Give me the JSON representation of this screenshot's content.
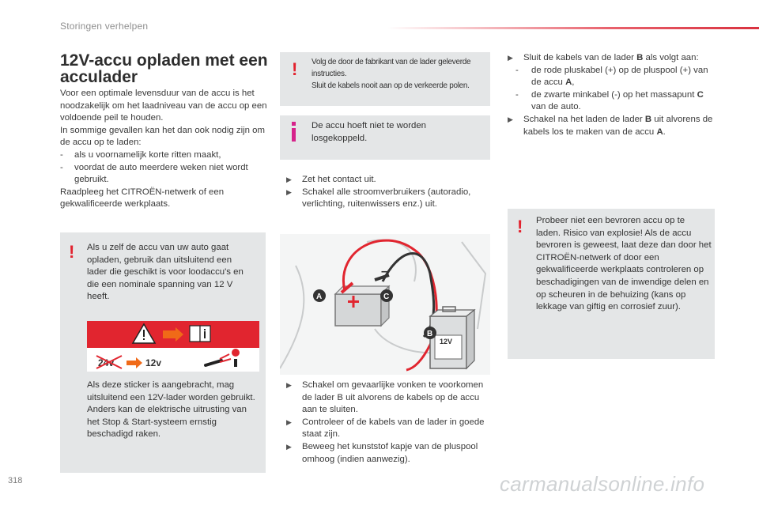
{
  "header": {
    "title": "Storingen verhelpen"
  },
  "page_number": "318",
  "watermark": "carmanualsonline.info",
  "section": {
    "title": "12V-accu opladen met een acculader",
    "intro": {
      "p1": "Voor een optimale levensduur van de accu is het noodzakelijk om het laadniveau van de accu op een voldoende peil te houden.",
      "p2": "In sommige gevallen kan het dan ook nodig zijn om de accu op te laden:",
      "bullets": [
        "als u voornamelijk korte ritten maakt,",
        "voordat de auto meerdere weken niet wordt gebruikt."
      ],
      "p3": "Raadpleeg het CITROËN-netwerk of een gekwalificeerde werkplaats."
    }
  },
  "warning_left": {
    "text1": "Als u zelf de accu van uw auto gaat opladen, gebruik dan uitsluitend een lader die geschikt is voor loodaccu's en die een nominale spanning van 12 V heeft.",
    "sticker": {
      "label_24v": "24v",
      "label_12v": "12v"
    },
    "text2": "Als deze sticker is aangebracht, mag uitsluitend een 12V-lader worden gebruikt. Anders kan de elektrische uitrusting van het Stop & Start-systeem ernstig beschadigd raken."
  },
  "warning_middle": {
    "line1": "Volg de door de fabrikant van de lader geleverde instructies.",
    "line2": "Sluit de kabels nooit aan op de verkeerde polen."
  },
  "info_middle": {
    "text": "De accu hoeft niet te worden losgekoppeld."
  },
  "steps_middle_top": [
    "Zet het contact uit.",
    "Schakel alle stroomverbruikers (autoradio, verlichting, ruitenwissers enz.) uit."
  ],
  "figure": {
    "label_a": "A",
    "label_b": "B",
    "label_c": "C",
    "charger_label": "12V",
    "minus_sign": "–"
  },
  "steps_middle_bottom": [
    "Schakel om gevaarlijke vonken te voorkomen de lader B uit alvorens de kabels op de accu aan te sluiten.",
    "Controleer of de kabels van de lader in goede staat zijn.",
    "Beweeg het kunststof kapje van de pluspool omhoog (indien aanwezig)."
  ],
  "steps_right": {
    "item1_pre": "Sluit de kabels van de lader ",
    "item1_bold": "B",
    "item1_post": " als volgt aan:",
    "sub1_pre": "de rode pluskabel (+) op de pluspool (+) van de accu ",
    "sub1_bold": "A",
    "sub1_post": ",",
    "sub2_pre": "de zwarte minkabel (-) op het massapunt ",
    "sub2_bold": "C",
    "sub2_post": " van de auto.",
    "item2_pre": "Schakel na het laden de lader ",
    "item2_bold": "B",
    "item2_mid": " uit alvorens de kabels los te maken van de accu ",
    "item2_bold2": "A",
    "item2_post": "."
  },
  "warning_right": {
    "text": "Probeer niet een bevroren accu op te laden. Risico van explosie! Als de accu bevroren is geweest, laat deze dan door het CITROËN-netwerk of door een gekwalificeerde werkplaats controleren op beschadigingen van de inwendige delen en op scheuren in de behuizing (kans op lekkage van giftig en corrosief zuur)."
  },
  "colors": {
    "accent_red": "#e2222e",
    "info_magenta": "#d6238b",
    "box_grey": "#e4e6e7",
    "header_bar": "#e8616c"
  }
}
